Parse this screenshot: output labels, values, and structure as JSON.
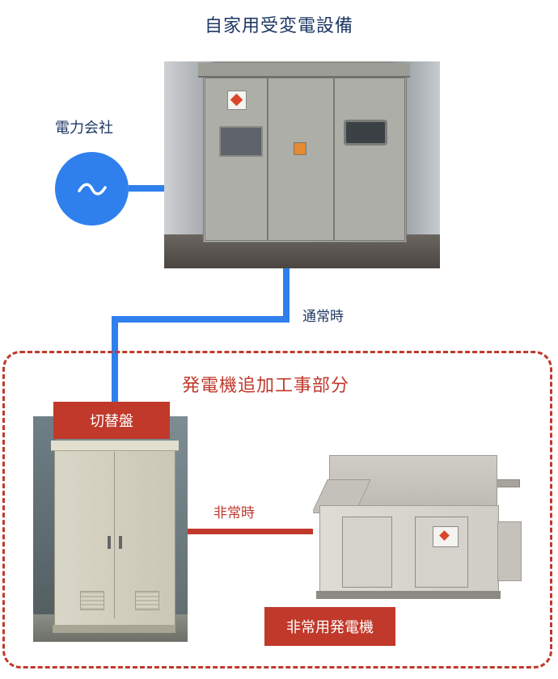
{
  "title": "自家用受変電設備",
  "utility_label": "電力会社",
  "source_symbol": "~",
  "normal_label": "通常時",
  "emergency_label": "非常時",
  "section_title": "発電機追加工事部分",
  "switchboard_label": "切替盤",
  "generator_label": "非常用発電機",
  "colors": {
    "blue_line": "#2f80ed",
    "red_accent": "#c0392b",
    "title_text": "#1f3864"
  }
}
